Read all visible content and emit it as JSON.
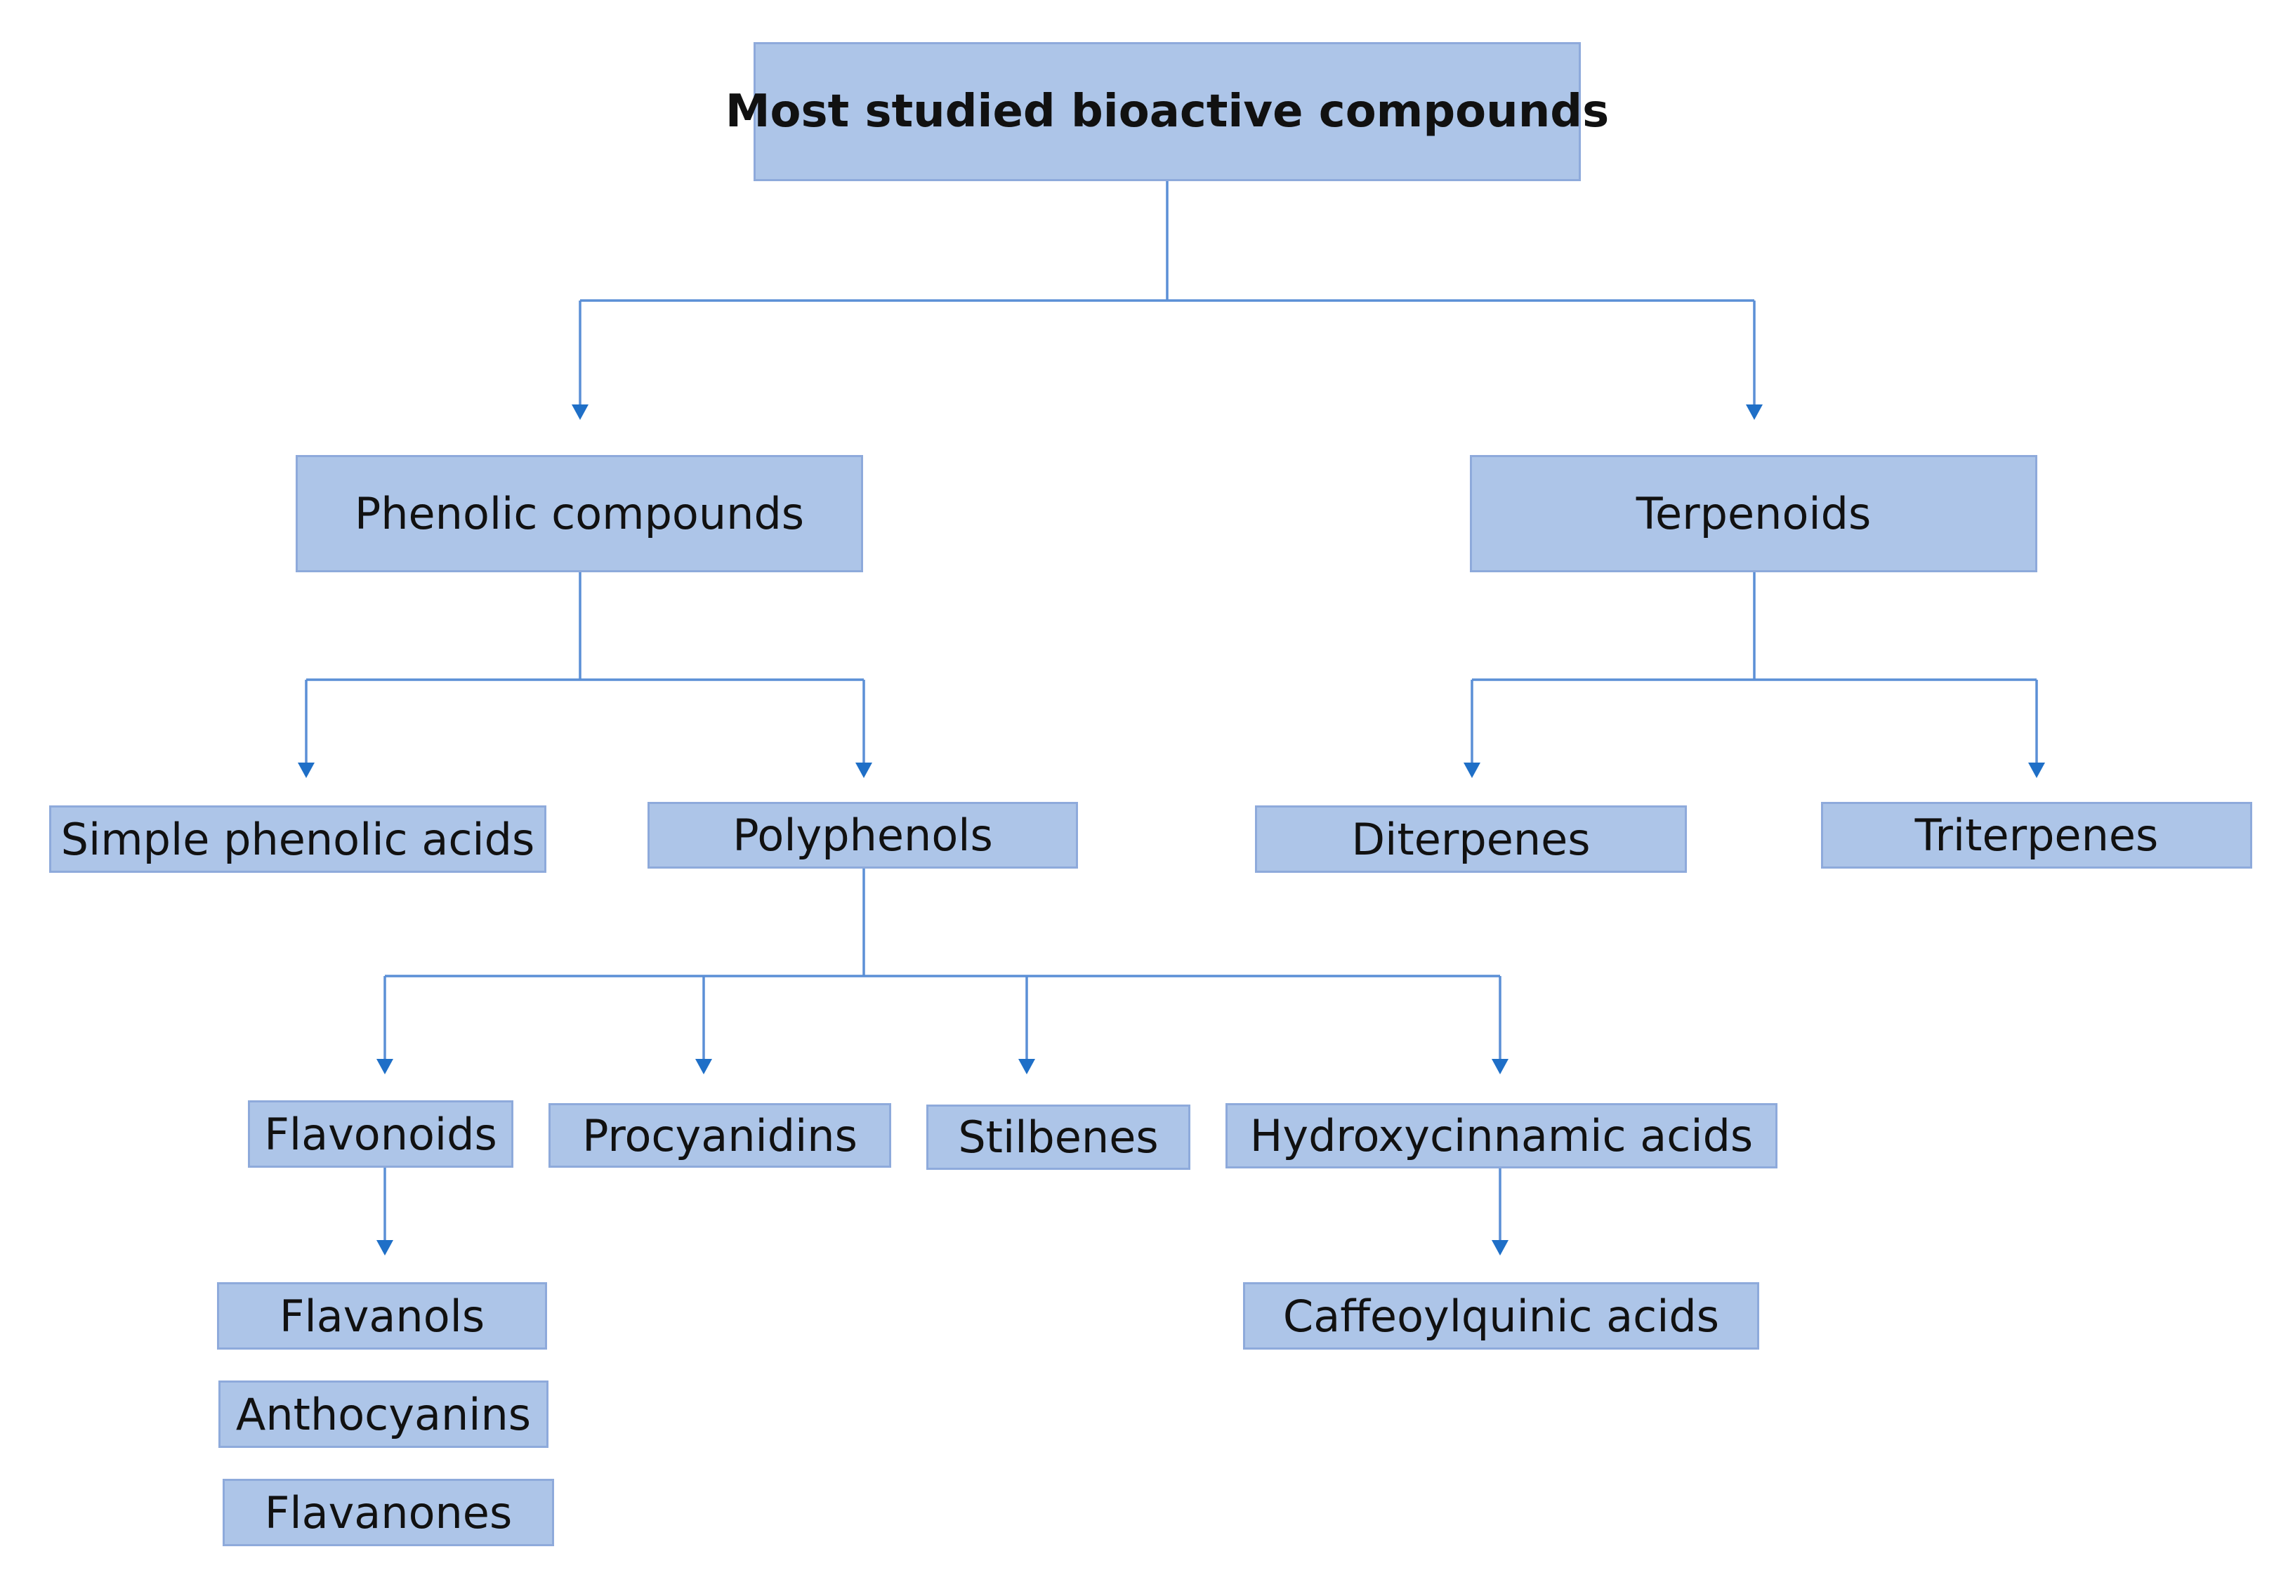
{
  "diagram": {
    "colors": {
      "box_fill": "#adc5e8",
      "box_border": "#8eaadb",
      "connector": "#5b8fd6",
      "arrowhead": "#1f6fc7"
    },
    "root": "Most studied bioactive compounds",
    "level1": {
      "phenolic": "Phenolic compounds",
      "terpenoids": "Terpenoids"
    },
    "level2": {
      "simple_phenolic": "Simple phenolic acids",
      "polyphenols": "Polyphenols",
      "diterpenes": "Diterpenes",
      "triterpenes": "Triterpenes"
    },
    "level3": {
      "flavonoids": "Flavonoids",
      "procyanidins": "Procyanidins",
      "stilbenes": "Stilbenes",
      "hydroxycinnamic": "Hydroxycinnamic acids"
    },
    "level4": {
      "flavanols": "Flavanols",
      "anthocyanins": "Anthocyanins",
      "flavanones": "Flavanones",
      "caffeoylquinic": "Caffeoylquinic acids"
    }
  }
}
